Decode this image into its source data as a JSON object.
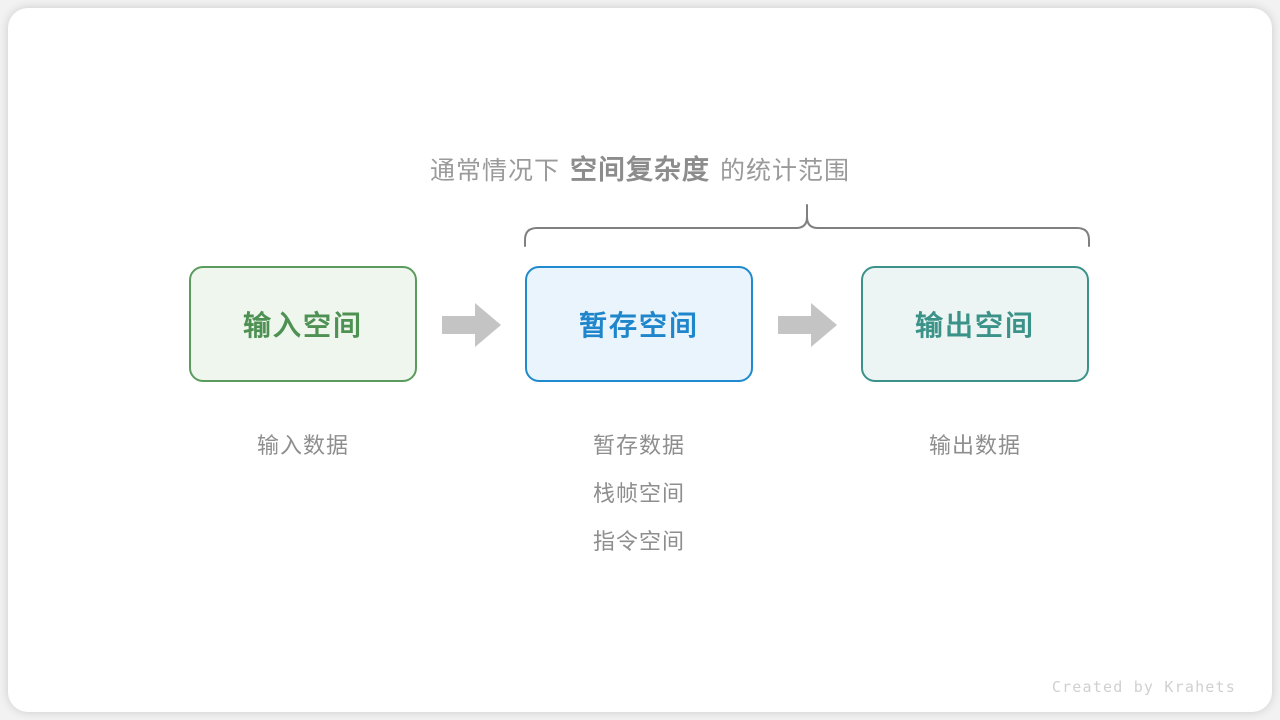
{
  "diagram": {
    "title": {
      "prefix": "通常情况下",
      "emphasis": "空间复杂度",
      "suffix": "的统计范围"
    },
    "brace": {
      "name": "curly-brace",
      "color": "#808080",
      "spans": [
        "暂存空间",
        "输出空间"
      ]
    },
    "boxes": [
      {
        "id": "input",
        "label": "输入空间",
        "fill": "#eef6ee",
        "border": "#5b9b5e",
        "text_color": "#4e9153"
      },
      {
        "id": "buffer",
        "label": "暂存空间",
        "fill": "#e9f4fd",
        "border": "#1f8ace",
        "text_color": "#1f86cb"
      },
      {
        "id": "output",
        "label": "输出空间",
        "fill": "#ecf5f3",
        "border": "#3b9288",
        "text_color": "#3b9288"
      }
    ],
    "arrows": [
      {
        "id": "arrow-1",
        "direction": "right",
        "color": "#c4c4c4"
      },
      {
        "id": "arrow-2",
        "direction": "right",
        "color": "#c4c4c4"
      }
    ],
    "captions": {
      "input": [
        "输入数据"
      ],
      "buffer": [
        "暂存数据",
        "栈帧空间",
        "指令空间"
      ],
      "output": [
        "输出数据"
      ]
    },
    "watermark": "Created by Krahets"
  }
}
